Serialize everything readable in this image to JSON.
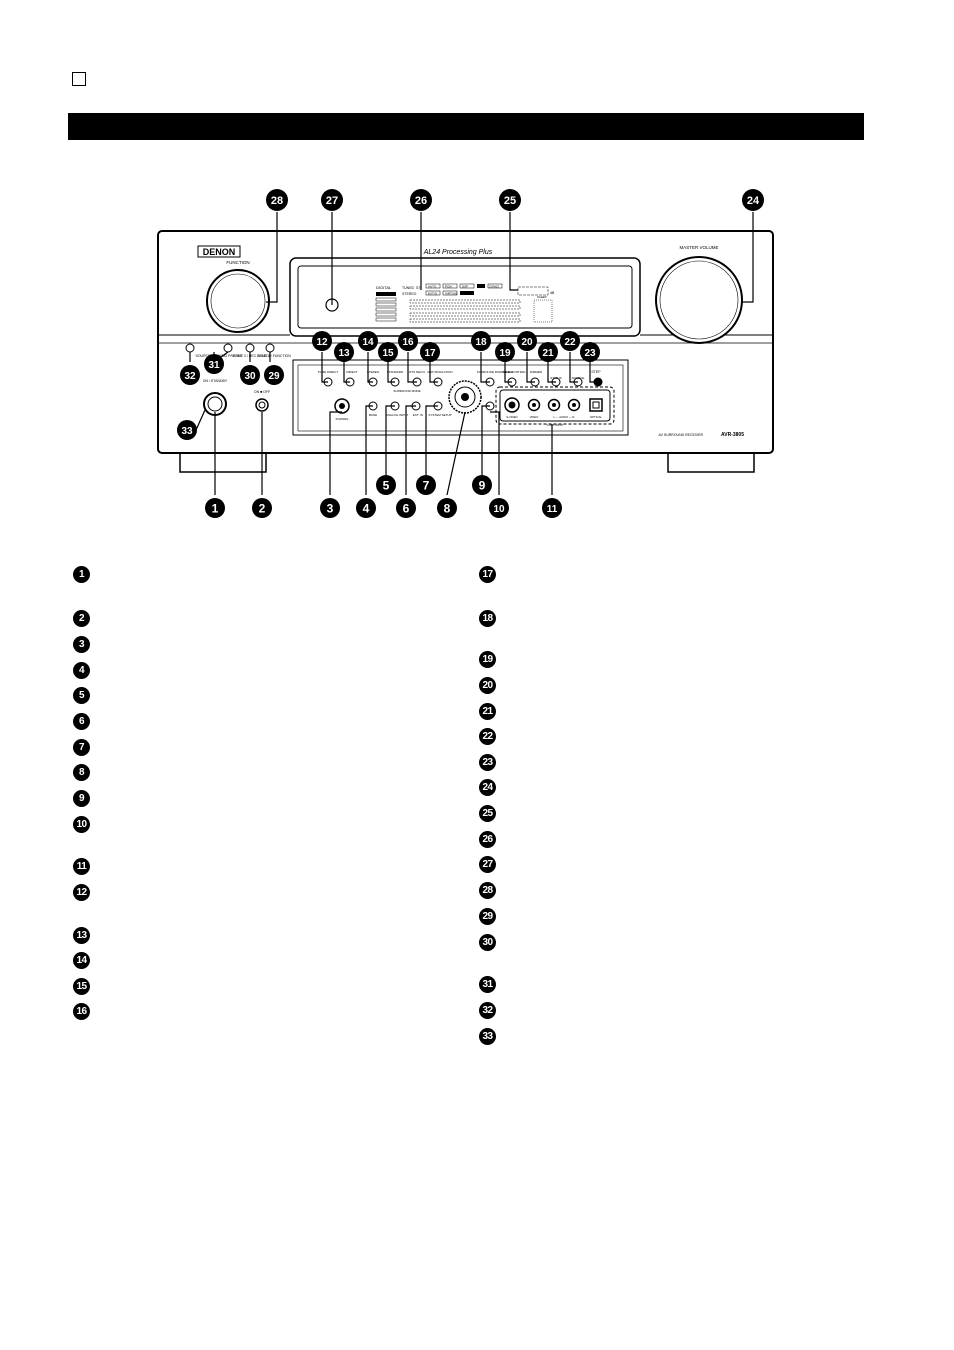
{
  "panel": {
    "brand": "DENON",
    "function_label": "FUNCTION",
    "master_volume_label": "MASTER VOLUME",
    "processing_label": "AL24 Processing Plus",
    "model_label": "AV SURROUND RECEIVER",
    "model_number": "AVR-3805",
    "power_label": "ON / STANDBY",
    "power_switch_label": "ON  ■  OFF",
    "phones_label": "PHONES",
    "surround_mode_label": "SURROUND MODE",
    "system_setup_label": "SYSTEM SETUP",
    "surround_parameter_label": "SURROUND PARAMETER",
    "input_area_label": "V.AUX INPUT",
    "buttons_top": [
      "PURE DIRECT",
      "DIRECT",
      "STEREO",
      "STANDARD",
      "DSP SIMULATION",
      "DTS NEO:6",
      "SURROUND PARAMETER",
      "TONE CONTROL",
      "DIMMER",
      "STATUS",
      "SOURCE",
      "ZONE 2",
      "ZONE 3 / REC SELECT",
      "ZONE 4 / FUNCTION",
      "TUNING PRESET",
      "STEP"
    ],
    "buttons_bottom": [
      "BAND",
      "ANALOG INPUT",
      "EXT. IN",
      "SYSTEM SETUP"
    ],
    "jacks": [
      "S-VIDEO",
      "VIDEO",
      "L — AUDIO — R",
      "OPTICAL"
    ],
    "display_labels": [
      "DIGITAL",
      "TUNED",
      "ST",
      "STEREO",
      "AUTO",
      "PCM",
      "DSP",
      "EXT.IN",
      "VIRTUAL",
      "ZONE2",
      "dB",
      "SLEEP"
    ]
  },
  "callouts": [
    "1",
    "2",
    "3",
    "4",
    "5",
    "6",
    "7",
    "8",
    "9",
    "10",
    "11",
    "12",
    "13",
    "14",
    "15",
    "16",
    "17",
    "18",
    "19",
    "20",
    "21",
    "22",
    "23",
    "24",
    "25",
    "26",
    "27",
    "28",
    "29",
    "30",
    "31",
    "32",
    "33"
  ],
  "list_left": [
    "1",
    "2",
    "3",
    "4",
    "5",
    "6",
    "7",
    "8",
    "9",
    "10",
    "11",
    "12",
    "13",
    "14",
    "15",
    "16"
  ],
  "list_right": [
    "17",
    "18",
    "19",
    "20",
    "21",
    "22",
    "23",
    "24",
    "25",
    "26",
    "27",
    "28",
    "29",
    "30",
    "31",
    "32",
    "33"
  ]
}
